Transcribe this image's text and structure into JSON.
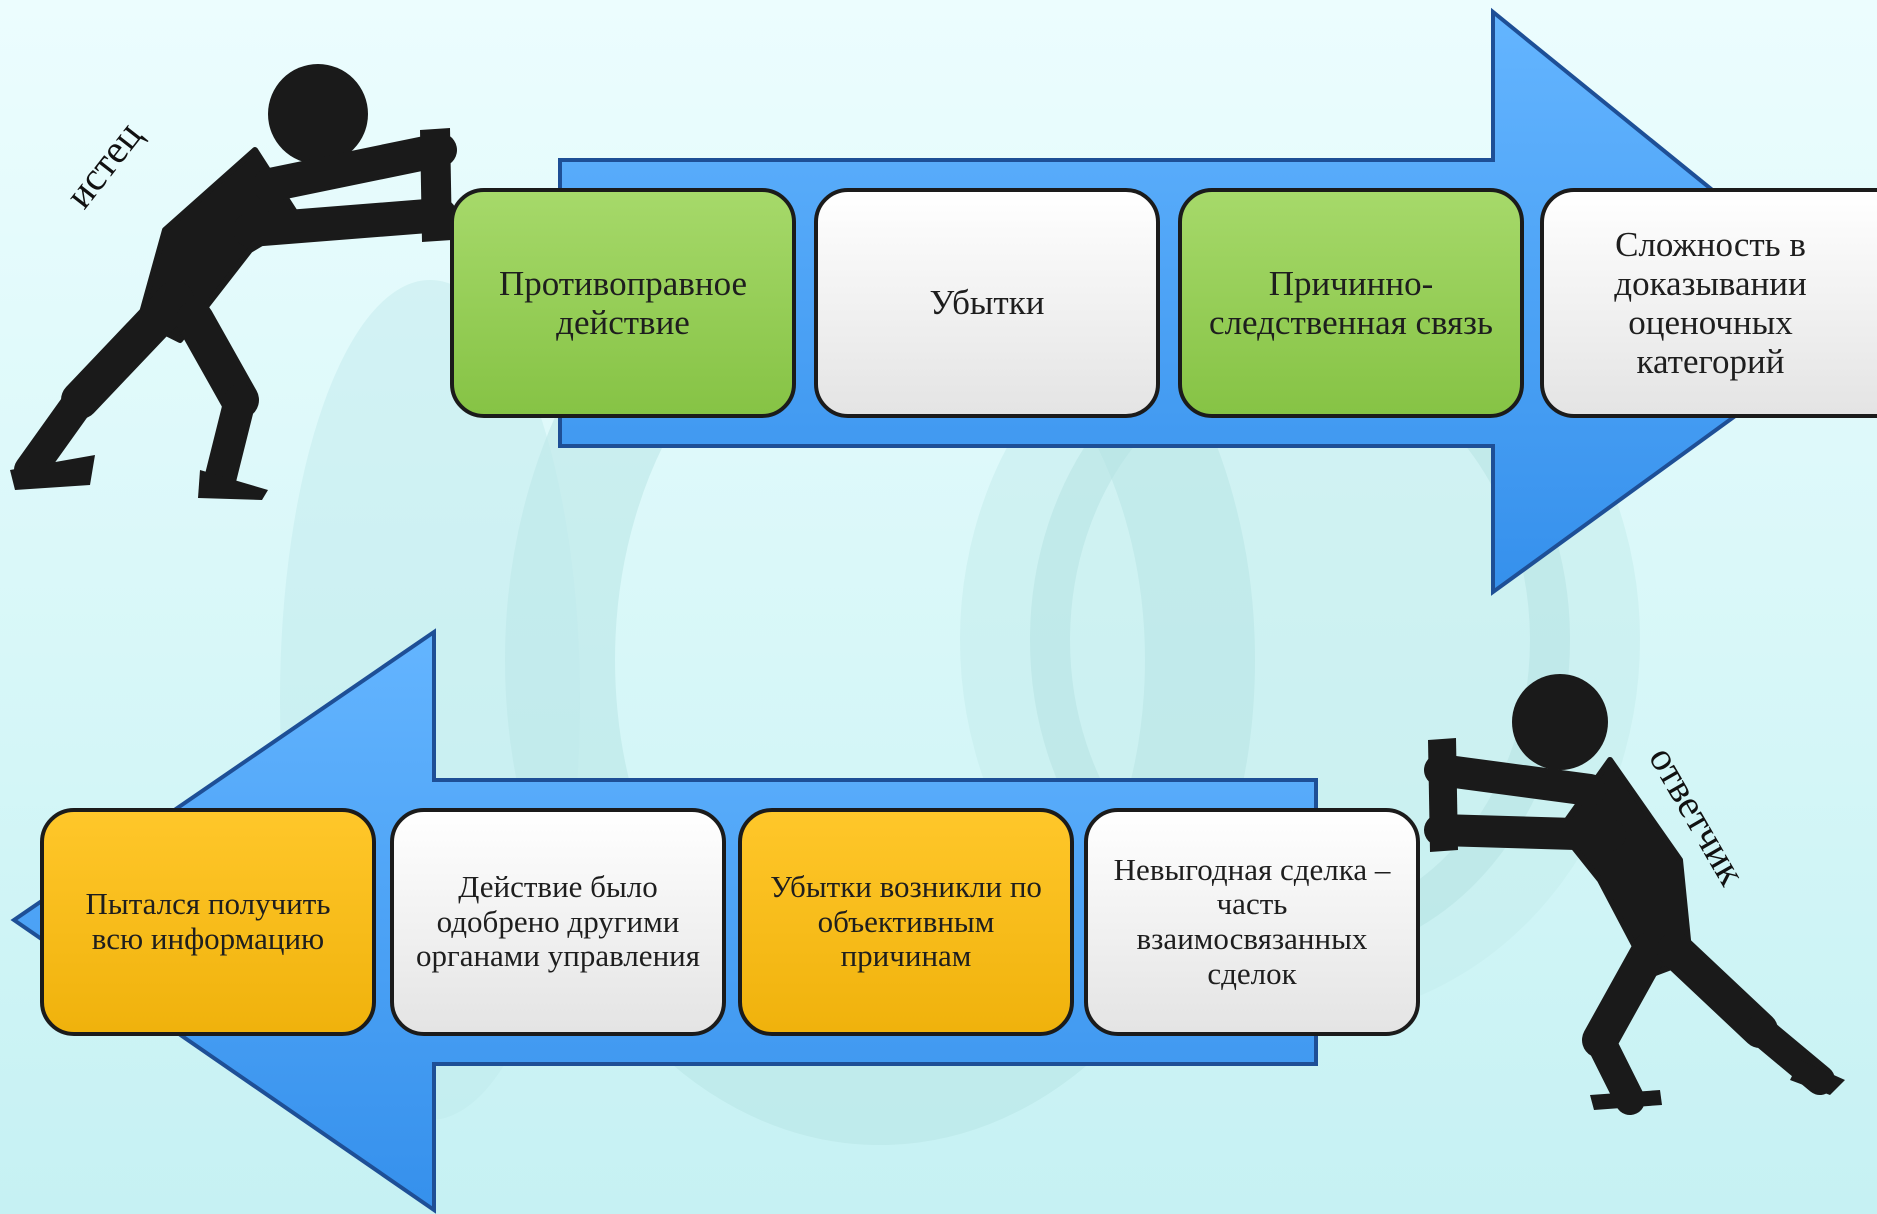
{
  "claimant": {
    "label": "истец",
    "items": [
      {
        "text": "Противоправное действие",
        "color": "#8cc84b"
      },
      {
        "text": "Убытки",
        "color": "#f2f2f2"
      },
      {
        "text": "Причинно-следственная связь",
        "color": "#8cc84b"
      },
      {
        "text": "Сложность в доказывании оценочных категорий",
        "color": "#f2f2f2"
      }
    ]
  },
  "respondent": {
    "label": "ответчик",
    "items": [
      {
        "text": "Пытался получить всю информацию",
        "color": "#f5b914"
      },
      {
        "text": "Действие было одобрено другими органами управления",
        "color": "#f2f2f2"
      },
      {
        "text": "Убытки возникли по объективным причинам",
        "color": "#f5b914"
      },
      {
        "text": "Невыгодная сделка – часть взаимосвязанных сделок",
        "color": "#f2f2f2"
      }
    ]
  },
  "colors": {
    "arrow": "#4aa3f5",
    "arrow_edge": "#1e4f96",
    "figure": "#1a1a1a"
  }
}
